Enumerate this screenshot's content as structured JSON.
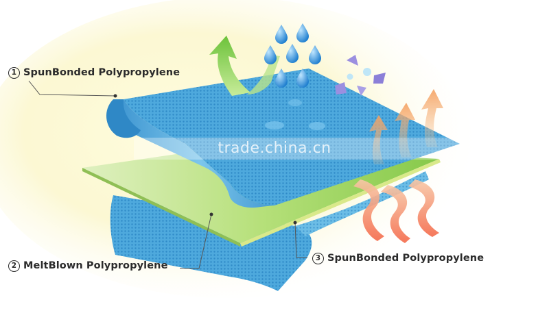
{
  "labels": {
    "layer1": {
      "num": "1",
      "text": "SpunBonded Polypropylene"
    },
    "layer2": {
      "num": "2",
      "text": "MeltBlown Polypropylene"
    },
    "layer3": {
      "num": "3",
      "text": "SpunBonded Polypropylene"
    }
  },
  "watermark": "trade.china.cn",
  "colors": {
    "fabric_blue": "#4aa8dc",
    "fabric_dark": "#2d86c4",
    "meltblown_green": "#a8d86a",
    "arrow_green": "#8cd24e",
    "heat_orange": "#f08a5a",
    "water_drop": "#2e8fd6",
    "particle_purple": "#8a7fd6"
  },
  "icons": [
    "water-drop-icon",
    "particle-icon",
    "vapor-arrow-icon",
    "heat-wave-icon"
  ]
}
